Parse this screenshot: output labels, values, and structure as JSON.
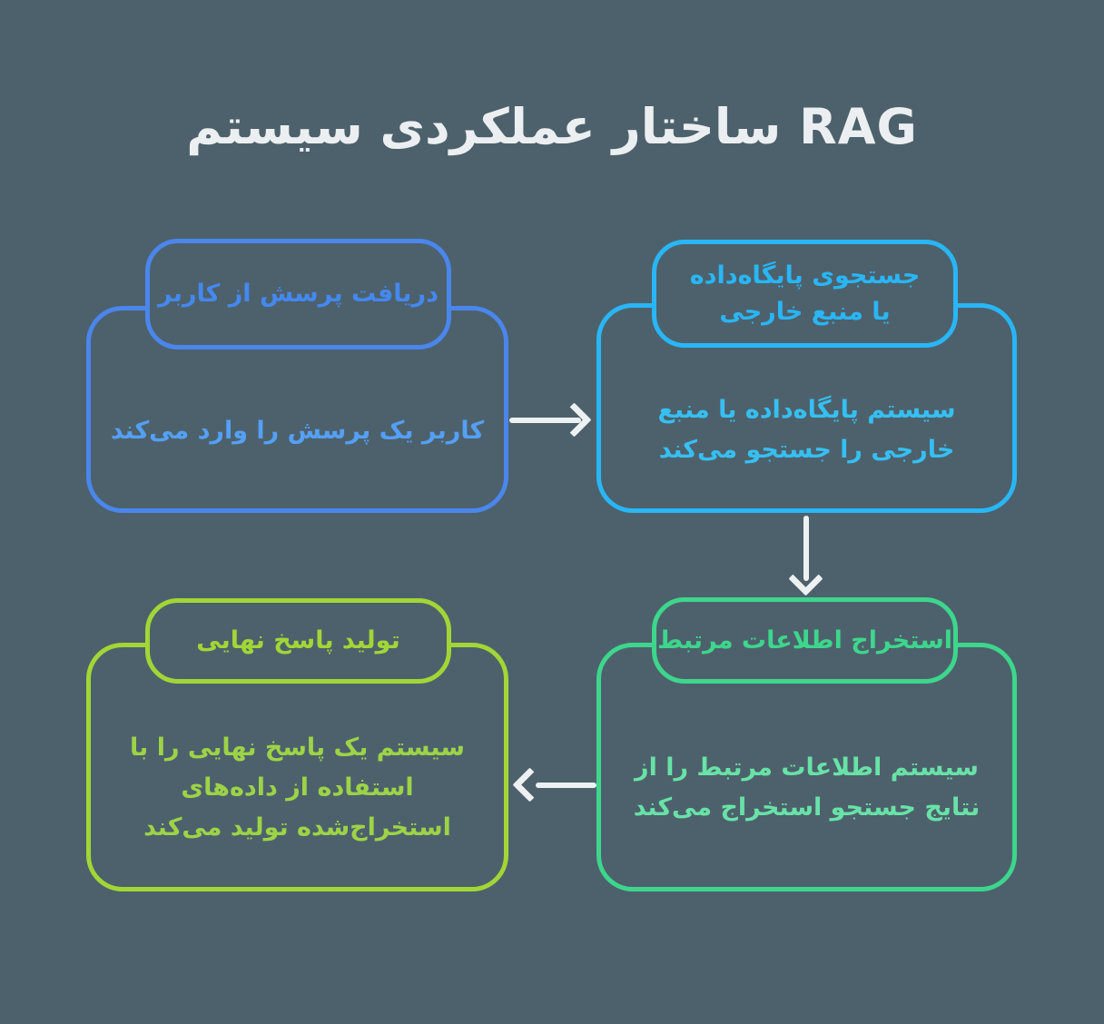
{
  "title": "RAG ساختار عملکردی سیستم",
  "background_color": "#4D616C",
  "title_color": "#ECEFF1",
  "arrow_color": "#EDF1F2",
  "nodes": [
    {
      "id": "receive-query",
      "header": "دریافت پرسش از کاربر",
      "body": "کاربر یک پرسش را وارد می‌کند",
      "border_color": "#4A86EC",
      "header_color": "#4488F0",
      "body_color": "#54A0F6"
    },
    {
      "id": "search-database",
      "header": "جستجوی پایگاه‌داده\nیا منبع خارجی",
      "body": "سیستم پایگاه‌داده یا منبع\nخارجی را جستجو می‌کند",
      "border_color": "#29B6F6",
      "header_color": "#29B6F6",
      "body_color": "#36BFF2"
    },
    {
      "id": "extract-info",
      "header": "استخراج اطلاعات مرتبط",
      "body": "سیستم اطلاعات مرتبط را از\nنتایج جستجو استخراج می‌کند",
      "border_color": "#3DD68C",
      "header_color": "#3DD68C",
      "body_color": "#68E2A7"
    },
    {
      "id": "generate-answer",
      "header": "تولید پاسخ نهایی",
      "body": "سیستم یک پاسخ نهایی را با\nاستفاده از داده‌های\nاستخراج‌شده تولید می‌کند",
      "border_color": "#A2D636",
      "header_color": "#A2D636",
      "body_color": "#9DD347"
    }
  ],
  "arrows": [
    {
      "from": "receive-query",
      "to": "search-database",
      "direction": "right"
    },
    {
      "from": "search-database",
      "to": "extract-info",
      "direction": "down"
    },
    {
      "from": "extract-info",
      "to": "generate-answer",
      "direction": "left"
    }
  ]
}
